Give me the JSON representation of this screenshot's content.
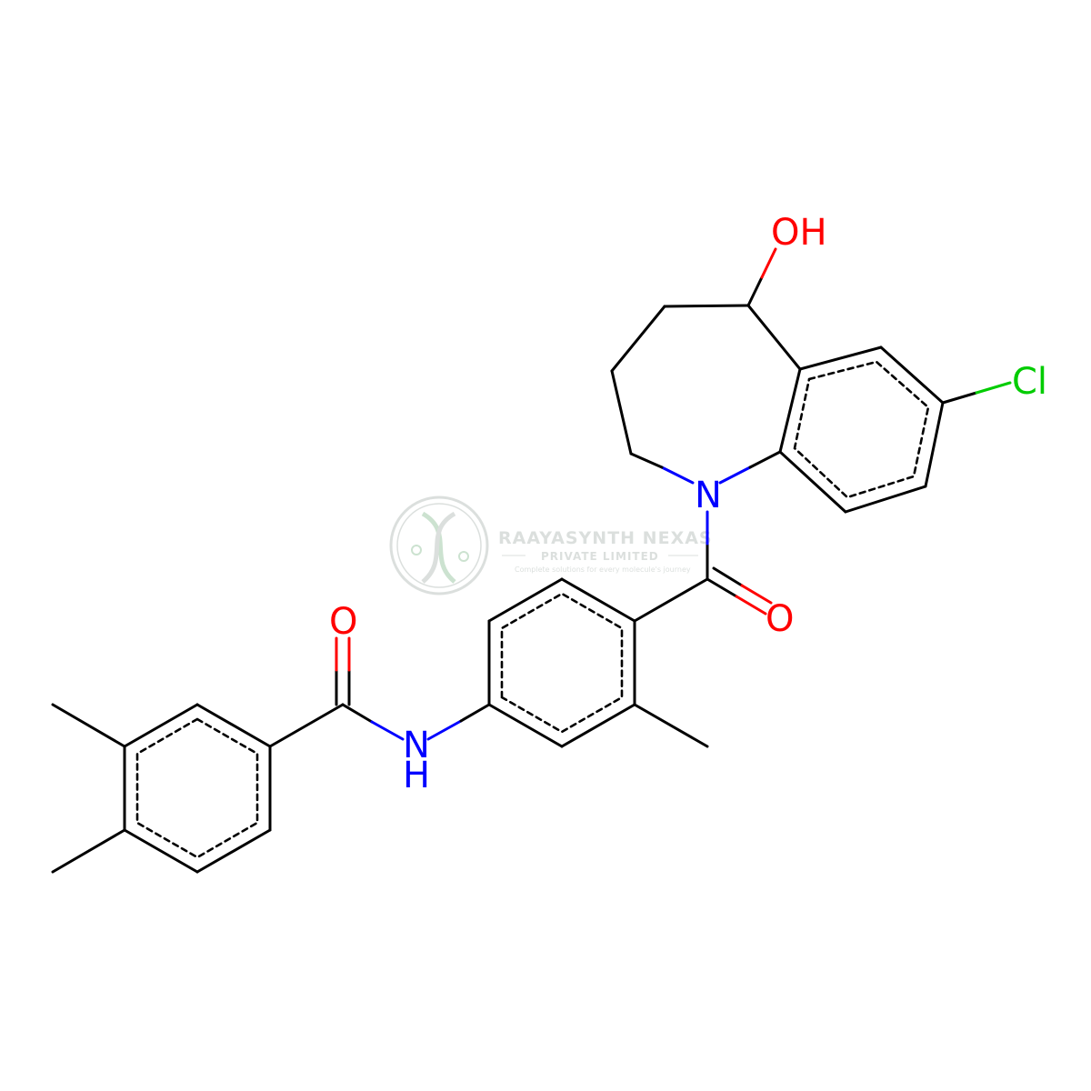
{
  "molecule": {
    "atoms": {
      "hydroxyl": "OH",
      "chlorine": "Cl",
      "ring_nitrogen": "N",
      "amide_nitrogen": "N",
      "amide_hydrogen": "H",
      "ketone_oxygen": "O",
      "amide_oxygen": "O"
    },
    "colors": {
      "carbon": "#000000",
      "nitrogen": "#0000ff",
      "oxygen": "#ff0000",
      "chlorine": "#00cc00"
    }
  },
  "watermark": {
    "company": "RAAYASYNTH NEXAS",
    "subtitle": "PRIVATE LIMITED",
    "tagline": "Complete solutions for every molecule's journey",
    "color": "#9aa6a0"
  }
}
